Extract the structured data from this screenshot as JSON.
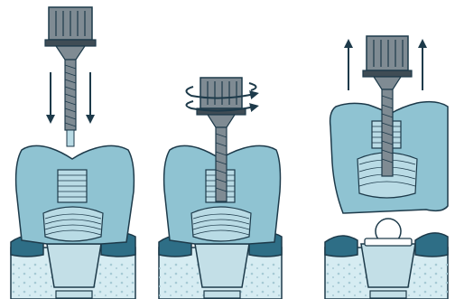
{
  "figure": {
    "panels": [
      {
        "id": "step-1",
        "motion": "downward-insertion",
        "arrow_icon": "arrow-down-icon"
      },
      {
        "id": "step-2",
        "motion": "rotation",
        "arrow_icon": "rotate-arrow-icon"
      },
      {
        "id": "step-3",
        "motion": "upward-removal",
        "arrow_icon": "arrow-up-icon"
      }
    ],
    "colors": {
      "outline": "#1d3a4a",
      "tooth": "#8fc3d2",
      "tooth_light": "#b9dbe5",
      "tool_metal": "#7f8b93",
      "tool_dark": "#3f4c55",
      "gum": "#2e6e86",
      "bone": "#d6ecf2",
      "bone_dots": "#a6c9d4",
      "abutment": "#c3dfe7",
      "arrow": "#1d3a4a"
    }
  }
}
